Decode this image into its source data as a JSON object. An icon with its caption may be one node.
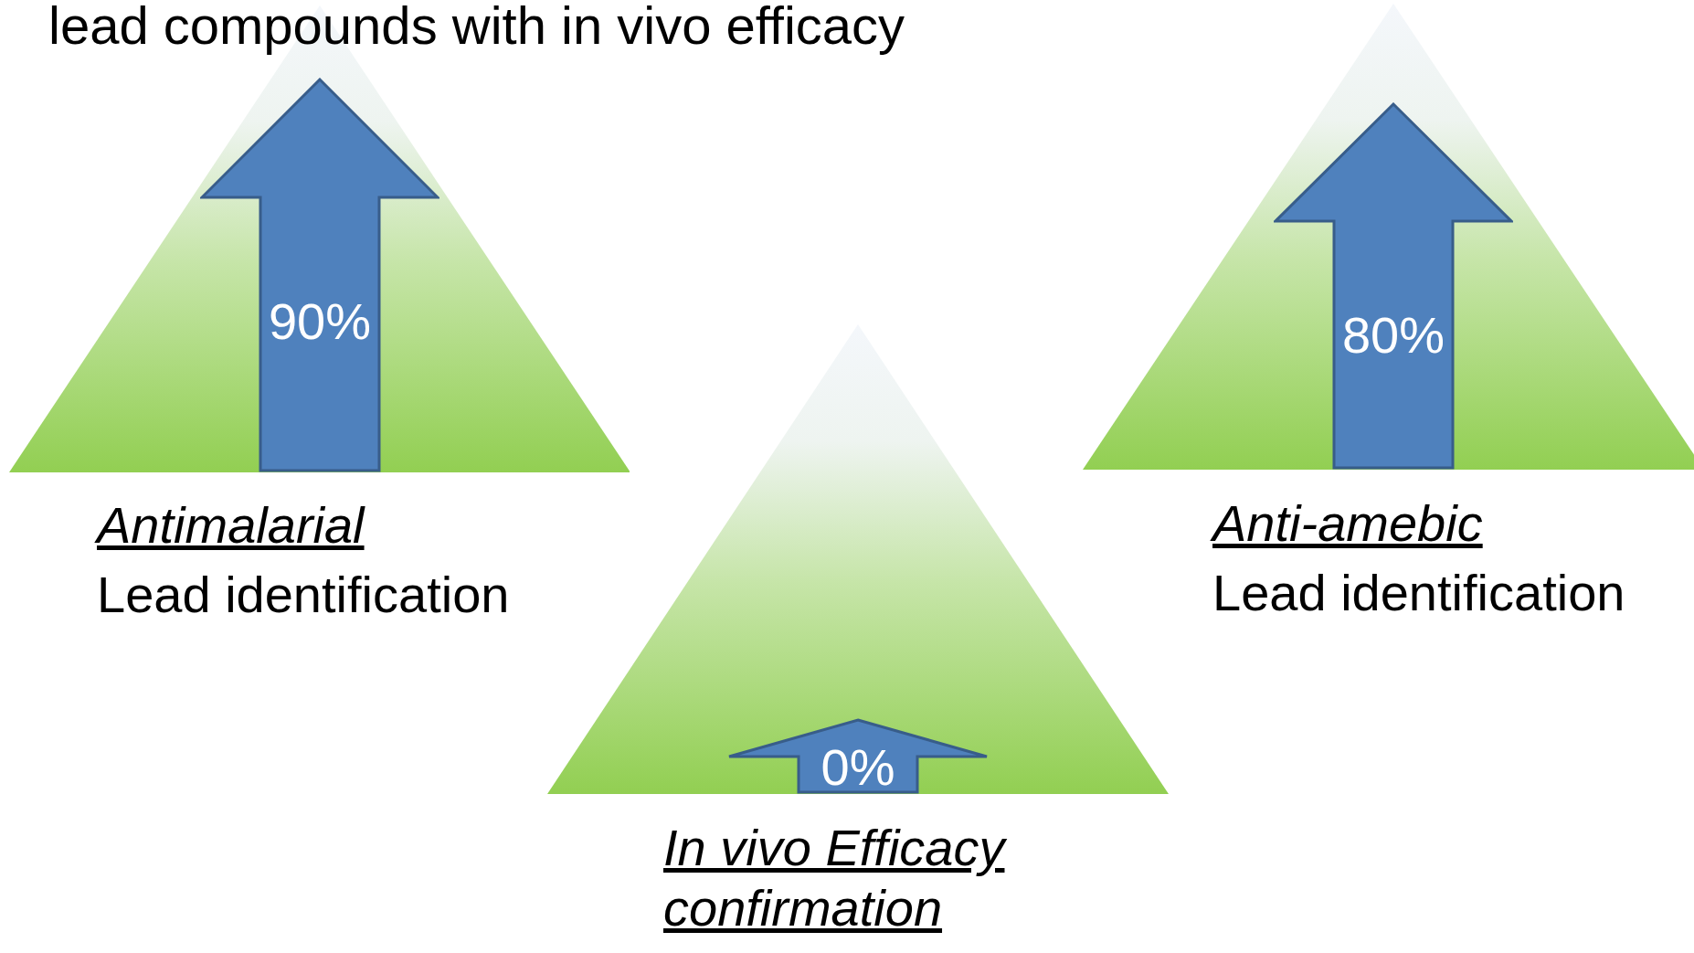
{
  "diagram": {
    "title": "lead compounds with in vivo efficacy",
    "nodes": [
      {
        "text": [
          "Antimalarial",
          "Lead identification"
        ]
      },
      {
        "text": [
          "90%"
        ],
        "in": 0
      },
      {
        "text": [
          "In vivo Efficacy confirmation"
        ]
      },
      {
        "text": [
          "0%"
        ],
        "in": 2
      },
      {
        "text": [
          "Anti-amebic",
          "Lead identification"
        ]
      },
      {
        "text": [
          "80%"
        ],
        "in": 4
      }
    ],
    "edges": []
  }
}
